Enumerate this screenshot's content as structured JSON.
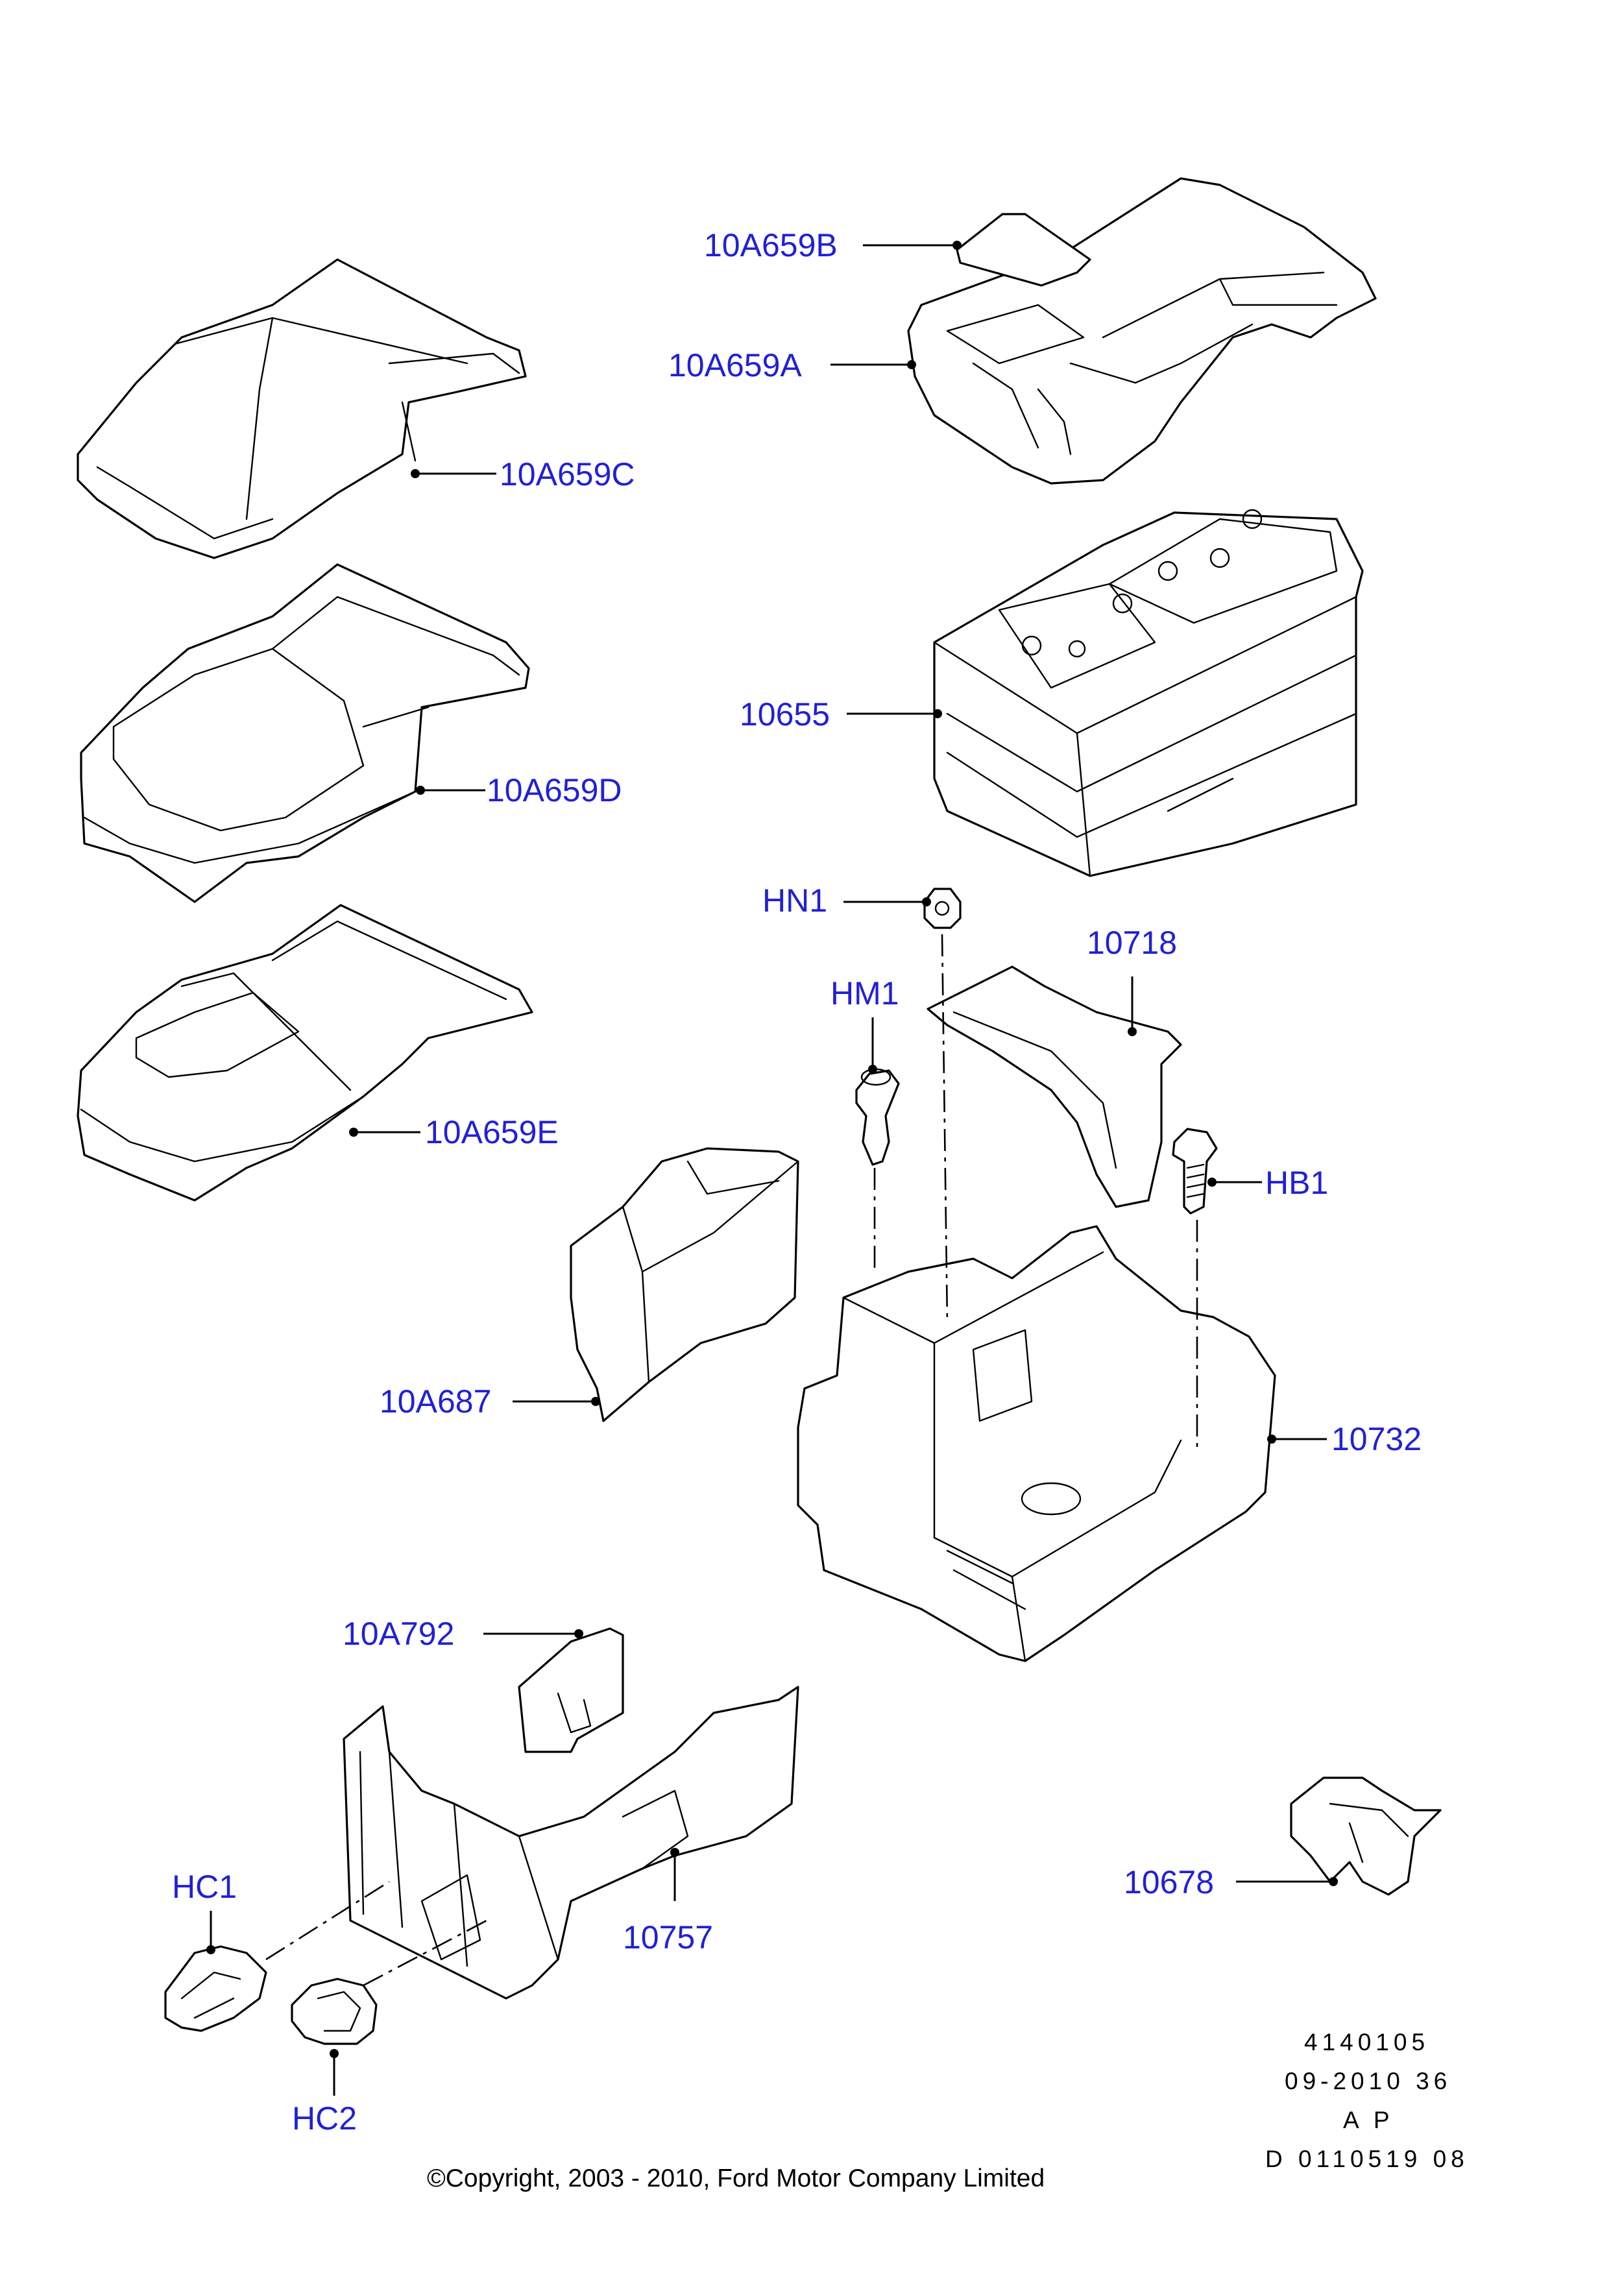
{
  "callouts": {
    "p10A659B": "10A659B",
    "p10A659A": "10A659A",
    "p10A659C": "10A659C",
    "p10655": "10655",
    "p10A659D": "10A659D",
    "pHN1": "HN1",
    "p10718": "10718",
    "pHM1": "HM1",
    "p10A659E": "10A659E",
    "pHB1": "HB1",
    "p10A687": "10A687",
    "p10732": "10732",
    "p10A792": "10A792",
    "pHC1": "HC1",
    "p10757": "10757",
    "p10678": "10678",
    "pHC2": "HC2"
  },
  "reference": {
    "line1": "4140105",
    "line2": "09-2010 36",
    "line3": "A P",
    "line4": "D 0110519 08"
  },
  "copyright": "©Copyright, 2003 - 2010, Ford Motor Company Limited"
}
